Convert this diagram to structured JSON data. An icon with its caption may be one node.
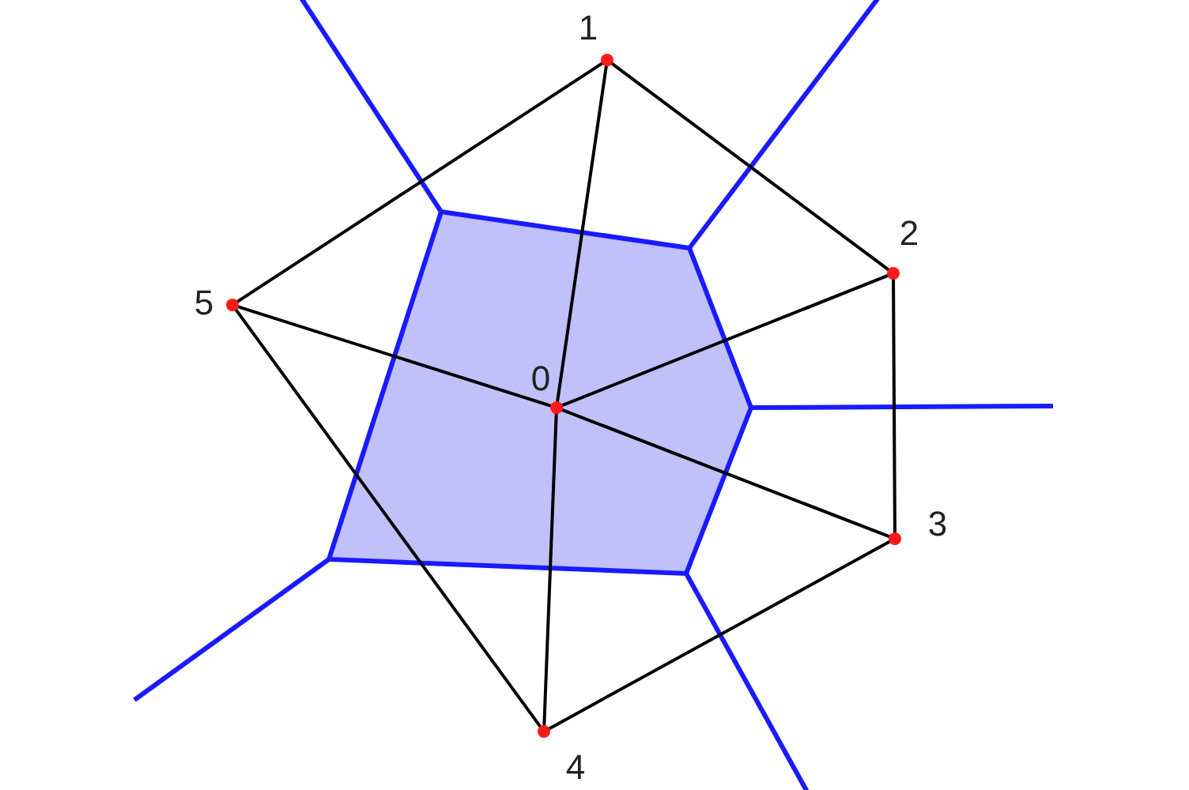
{
  "diagram": {
    "nodes": [
      {
        "text": [],
        "shape": "circle",
        "beside": [
          "0"
        ]
      },
      {
        "text": [],
        "shape": "circle",
        "beside": [
          "1"
        ]
      },
      {
        "text": [],
        "shape": "circle",
        "beside": [
          "2"
        ]
      },
      {
        "text": [],
        "shape": "circle",
        "beside": [
          "3"
        ]
      },
      {
        "text": [],
        "shape": "circle",
        "beside": [
          "4"
        ]
      },
      {
        "text": [],
        "shape": "circle",
        "beside": [
          "5"
        ]
      }
    ],
    "edges": [
      {
        "from": 0,
        "to": 1,
        "arrow": "none"
      },
      {
        "from": 0,
        "to": 2,
        "arrow": "none"
      },
      {
        "from": 0,
        "to": 3,
        "arrow": "none"
      },
      {
        "from": 0,
        "to": 4,
        "arrow": "none"
      },
      {
        "from": 0,
        "to": 5,
        "arrow": "none"
      },
      {
        "from": 1,
        "to": 2,
        "arrow": "none"
      },
      {
        "from": 2,
        "to": 3,
        "arrow": "none"
      },
      {
        "from": 3,
        "to": 4,
        "arrow": "none"
      },
      {
        "from": 4,
        "to": 5,
        "arrow": "none"
      },
      {
        "from": 5,
        "to": 1,
        "arrow": "none"
      }
    ]
  }
}
